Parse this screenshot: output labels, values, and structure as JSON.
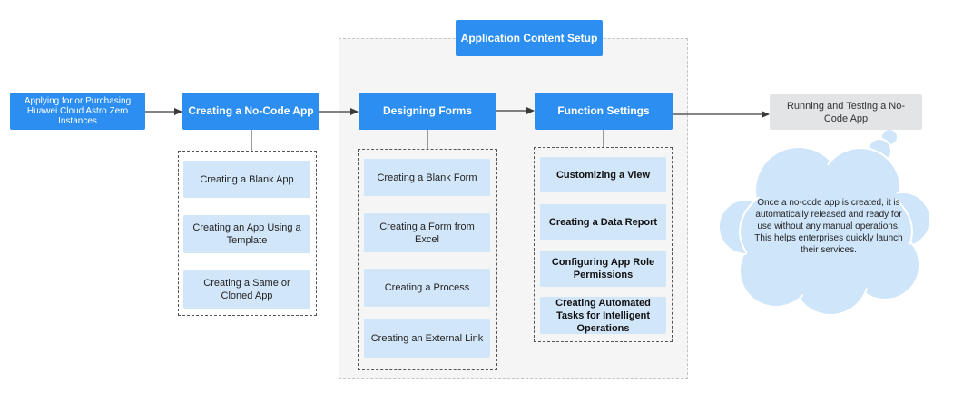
{
  "region": {
    "title": "Application Content Setup"
  },
  "prerequisite": {
    "label": "Applying for or Purchasing Huawei Cloud Astro Zero Instances"
  },
  "stages": [
    {
      "label": "Creating a No-Code App"
    },
    {
      "label": "Designing Forms"
    },
    {
      "label": "Function Settings"
    }
  ],
  "final": {
    "label": "Running and Testing a No-Code App"
  },
  "groups": {
    "create_app": [
      "Creating a Blank App",
      "Creating an App Using a Template",
      "Creating a Same or Cloned App"
    ],
    "design_forms": [
      "Creating a Blank Form",
      "Creating a Form from Excel",
      "Creating a Process",
      "Creating an External Link"
    ],
    "function_settings": [
      "Customizing a View",
      "Creating a Data Report",
      "Configuring App Role Permissions",
      "Creating Automated Tasks for Intelligent Operations"
    ]
  },
  "note": "Once a no-code app is created, it is automatically released and ready for use without any manual operations. This helps enterprises quickly launch their services.",
  "colors": {
    "primary": "#2c8ef0",
    "step_fill": "#d2e6f9",
    "final_fill": "#e2e4e6",
    "cloud_fill": "#cfe5f9",
    "cloud_stroke": "#ffffff"
  }
}
